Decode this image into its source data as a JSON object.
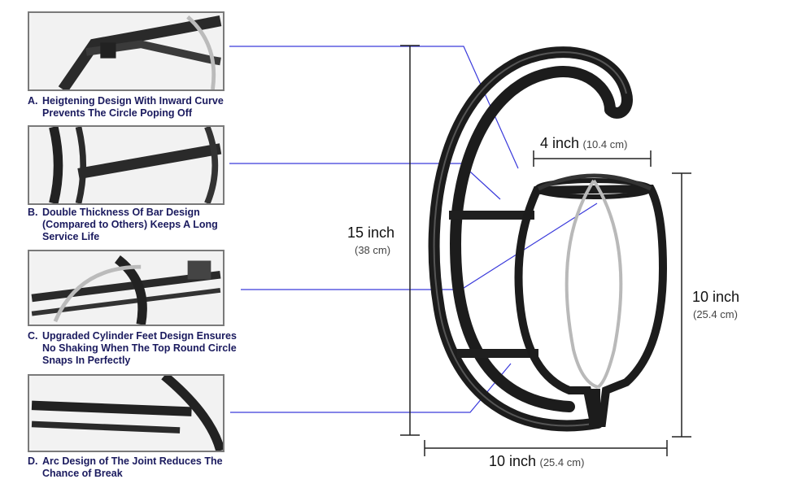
{
  "features": [
    {
      "letter": "A.",
      "text": "Heigtening Design With Inward Curve\nPrevents The Circle Poping Off"
    },
    {
      "letter": "B.",
      "text": "Double Thickness Of Bar Design\n(Compared to Others) Keeps A Long\nService Life"
    },
    {
      "letter": "C.",
      "text": "Upgraded Cylinder Feet Design Ensures\nNo Shaking When The Top Round Circle\nSnaps In Perfectly"
    },
    {
      "letter": "D.",
      "text": "Arc Design of The Joint Reduces The\nChance of Break"
    }
  ],
  "dimensions": {
    "height": {
      "main": "15 inch",
      "sub": "(38 cm)"
    },
    "top_width": {
      "main": "4 inch",
      "sub": "(10.4 cm)"
    },
    "cage_height": {
      "main": "10 inch",
      "sub": "(25.4 cm)"
    },
    "base_width": {
      "main": "10 inch",
      "sub": "(25.4 cm)"
    }
  },
  "colors": {
    "leader_line": "#3a3adb",
    "caption_text": "#1a1a5e",
    "stand": "#1c1c1c"
  }
}
